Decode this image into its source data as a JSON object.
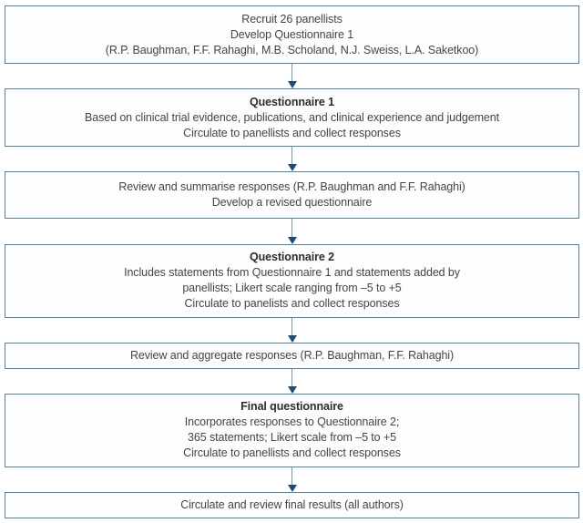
{
  "figure": {
    "type": "flowchart",
    "direction": "top-down",
    "connector_icon": "down-arrow",
    "boxes": [
      {
        "id": "recruit-panellists",
        "lines": [
          "Recruit 26 panellists",
          "Develop Questionnaire 1",
          "(R.P. Baughman, F.F. Rahaghi, M.B. Scholand, N.J. Sweiss, L.A. Saketkoo)"
        ]
      },
      {
        "id": "questionnaire-1",
        "title": "Questionnaire 1",
        "lines": [
          "Based on clinical trial evidence, publications, and clinical experience and judgement",
          "Circulate to panellists and collect responses"
        ]
      },
      {
        "id": "review-summarise",
        "lines": [
          "Review and summarise responses (R.P. Baughman and F.F. Rahaghi)",
          "Develop a revised questionnaire"
        ]
      },
      {
        "id": "questionnaire-2",
        "title": "Questionnaire 2",
        "lines": [
          "Includes statements from Questionnaire 1 and statements added by",
          "panellists; Likert scale ranging from –5 to +5",
          "Circulate to panelists and collect responses"
        ]
      },
      {
        "id": "review-aggregate",
        "lines": [
          "Review and aggregate responses (R.P. Baughman, F.F. Rahaghi)"
        ]
      },
      {
        "id": "final-questionnaire",
        "title": "Final questionnaire",
        "lines": [
          "Incorporates responses to Questionnaire 2;",
          "365 statements; Likert scale from –5 to +5",
          "Circulate to panellists and collect responses"
        ]
      },
      {
        "id": "final-results",
        "lines": [
          "Circulate and review final results (all authors)"
        ]
      }
    ]
  },
  "colors": {
    "background": "#ffffff",
    "box_fill": "#fbfdfe",
    "box_border": "#56809a",
    "arrow_stem": "#7b95a8",
    "arrow_head": "#1a4c74",
    "body_text": "#454545",
    "title_text": "#2d2d2d"
  }
}
